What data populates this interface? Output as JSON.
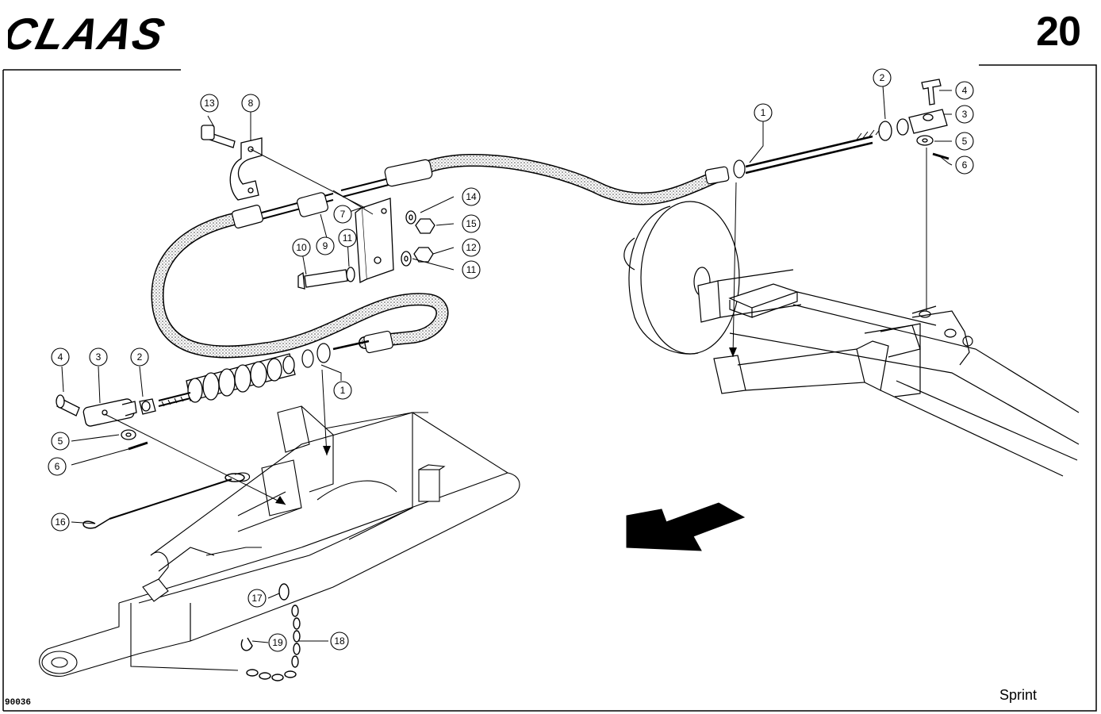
{
  "header": {
    "brand": "CLAAS",
    "page_number": "20"
  },
  "footer": {
    "drawing_code": "90036",
    "model": "Sprint"
  },
  "callouts": [
    "1",
    "2",
    "3",
    "4",
    "5",
    "6",
    "7",
    "8",
    "9",
    "10",
    "11",
    "12",
    "13",
    "14",
    "15",
    "16",
    "17",
    "18",
    "19"
  ]
}
